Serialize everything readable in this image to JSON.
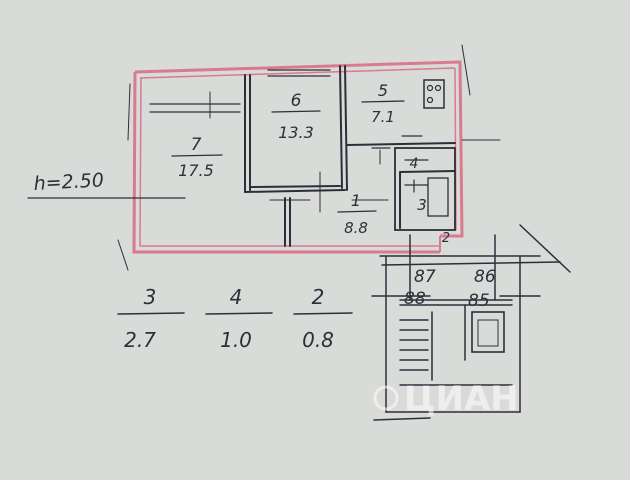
{
  "height_note": "h=2.50",
  "rooms": [
    {
      "number": "7",
      "area": "17.5"
    },
    {
      "number": "6",
      "area": "13.3"
    },
    {
      "number": "5",
      "area": "7.1"
    },
    {
      "number": "1",
      "area": "8.8"
    },
    {
      "number": "4",
      "area": ""
    },
    {
      "number": "3",
      "area": ""
    },
    {
      "number": "2",
      "area": ""
    }
  ],
  "summary": [
    {
      "number": "3",
      "area": "2.7"
    },
    {
      "number": "4",
      "area": "1.0"
    },
    {
      "number": "2",
      "area": "0.8"
    }
  ],
  "stair": {
    "left_top": "87",
    "left_bottom": "88",
    "right_top": "86",
    "right_bottom": "85"
  },
  "watermark": "ЦИАН",
  "colors": {
    "paper": "#d9dbd8",
    "outline": "#d97a8e",
    "ink": "#2e2e3a"
  }
}
